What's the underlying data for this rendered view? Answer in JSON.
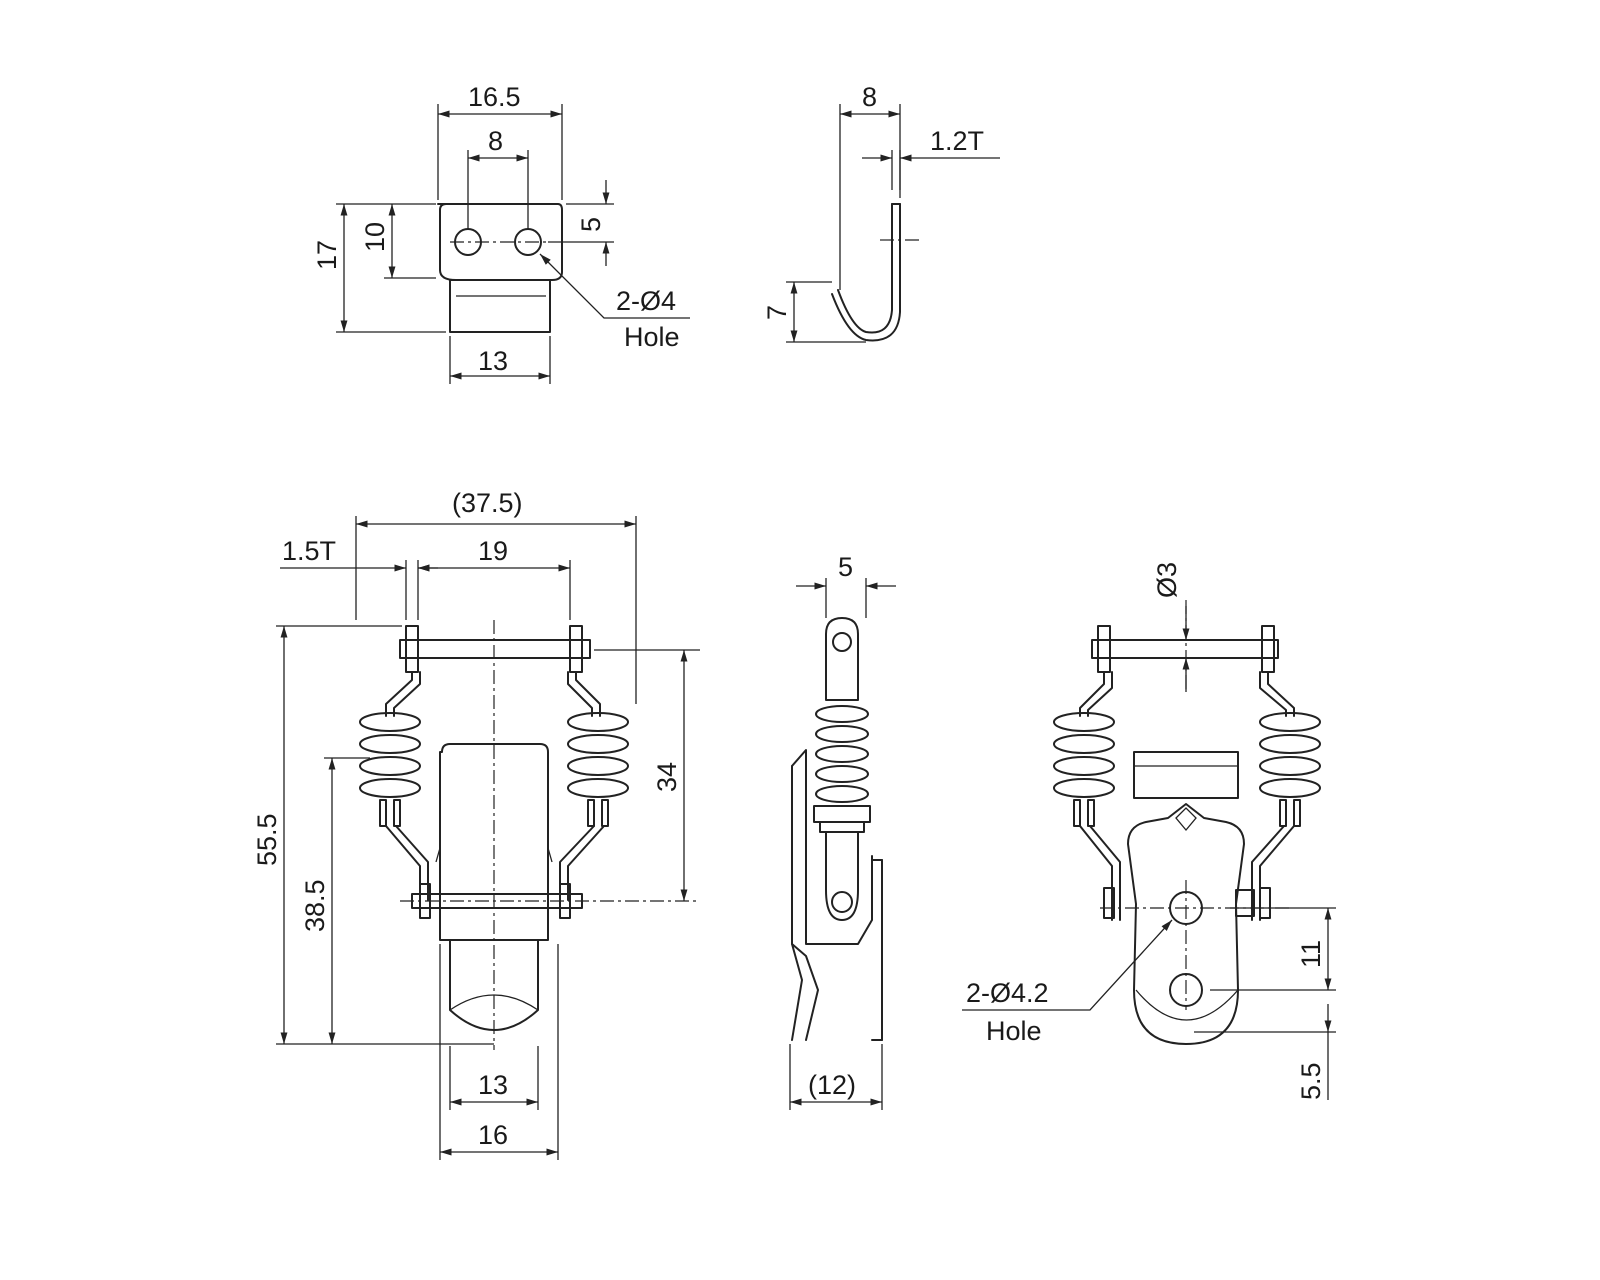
{
  "watermark": "",
  "top_view": {
    "width_label": "16.5",
    "hole_spacing_label": "8",
    "height_label": "17",
    "hole_height_label": "10",
    "hole_offset_label": "5",
    "bottom_width_label": "13",
    "hole_callout": "2-Ø4",
    "hole_callout_sub": "Hole"
  },
  "side_view_small": {
    "width_label": "8",
    "thickness_label": "1.2T",
    "height_label": "7"
  },
  "front_view": {
    "overall_width_label": "(37.5)",
    "thickness_label": "1.5T",
    "inner_width_label": "19",
    "height_total_label": "55.5",
    "height_mid_label": "38.5",
    "height_right_label": "34",
    "bottom_inner_label": "13",
    "bottom_outer_label": "16"
  },
  "side_view_large": {
    "top_label": "5",
    "bottom_label": "(12)"
  },
  "back_view": {
    "diameter_label": "Ø3",
    "hole_callout": "2-Ø4.2",
    "hole_callout_sub": "Hole",
    "spacing_label": "11",
    "bottom_label": "5.5"
  }
}
